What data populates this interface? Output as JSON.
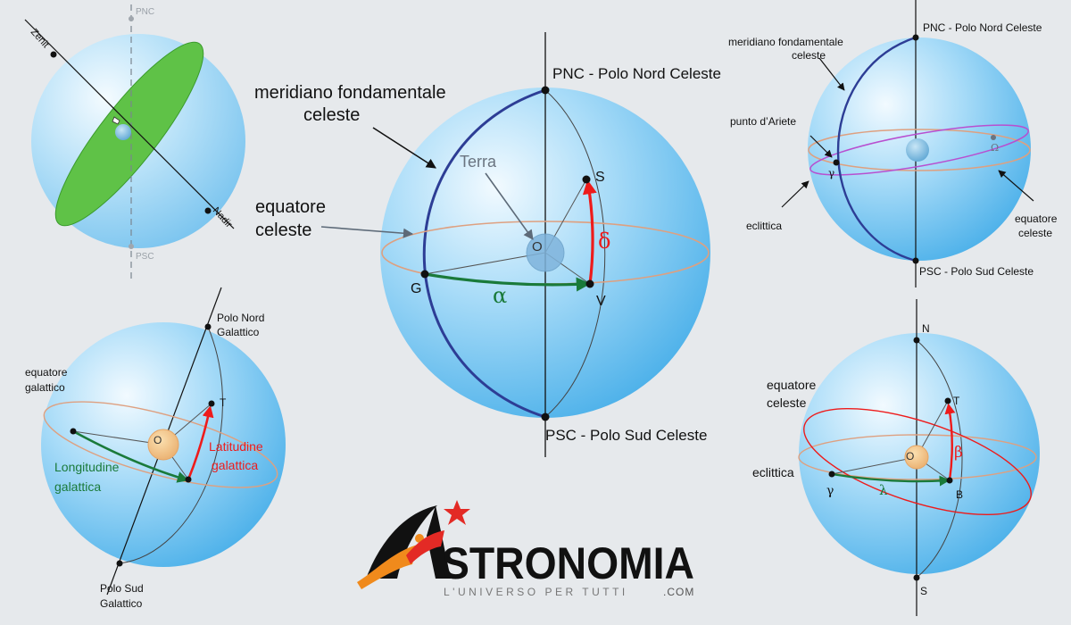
{
  "diagram1": {
    "zenit": "Zenit",
    "nadir": "Nadir",
    "pnc": "PNC",
    "psc": "PSC"
  },
  "diagram2": {
    "pnc": "PNC  - Polo Nord Celeste",
    "psc": "PSC - Polo Sud Celeste",
    "meridian_l1": "meridiano fondamentale",
    "meridian_l2": "celeste",
    "equator_l1": "equatore",
    "equator_l2": "celeste",
    "terra": "Terra",
    "origin": "O",
    "s": "S",
    "g": "G",
    "v": "V",
    "alpha": "α",
    "delta": "δ"
  },
  "diagram3": {
    "pnc": "PNC  - Polo Nord Celeste",
    "psc": "PSC - Polo Sud Celeste",
    "meridian_l1": "meridiano fondamentale",
    "meridian_l2": "celeste",
    "aries": "punto d’Ariete",
    "gamma": "γ",
    "omega": "Ω",
    "ecliptic": "eclittica",
    "equator_l1": "equatore",
    "equator_l2": "celeste"
  },
  "diagram4": {
    "north_l1": "Polo Nord",
    "north_l2": "Galattico",
    "south_l1": "Polo Sud",
    "south_l2": "Galattico",
    "equator_l1": "equatore",
    "equator_l2": "galattico",
    "origin": "O",
    "t": "T",
    "lat_l1": "Latitudine",
    "lat_l2": "galattica",
    "lon_l1": "Longitudine",
    "lon_l2": "galattica"
  },
  "diagram5": {
    "n": "N",
    "s": "S",
    "t": "T",
    "b": "B",
    "origin": "O",
    "equator_l1": "equatore",
    "equator_l2": "celeste",
    "ecliptic": "eclittica",
    "gamma": "γ",
    "lambda": "λ",
    "beta": "β"
  },
  "logo": {
    "brand": "STRONOMIA",
    "tagline": "L'UNIVERSO PER TUTTI",
    "suffix": ".COM"
  },
  "colors": {
    "background": "#e6e9ec",
    "sphere_light": "#e9f6fd",
    "sphere_dark": "#55b8ee",
    "meridian": "#2d3d95",
    "equator": "#dea080",
    "red_arc": "#ee1b1b",
    "green_arc": "#1a7a3a",
    "ecliptic_purple": "#b84fd0",
    "galaxy_green": "#5fc247",
    "logo_orange": "#f08a1c",
    "logo_red": "#e32a25"
  }
}
